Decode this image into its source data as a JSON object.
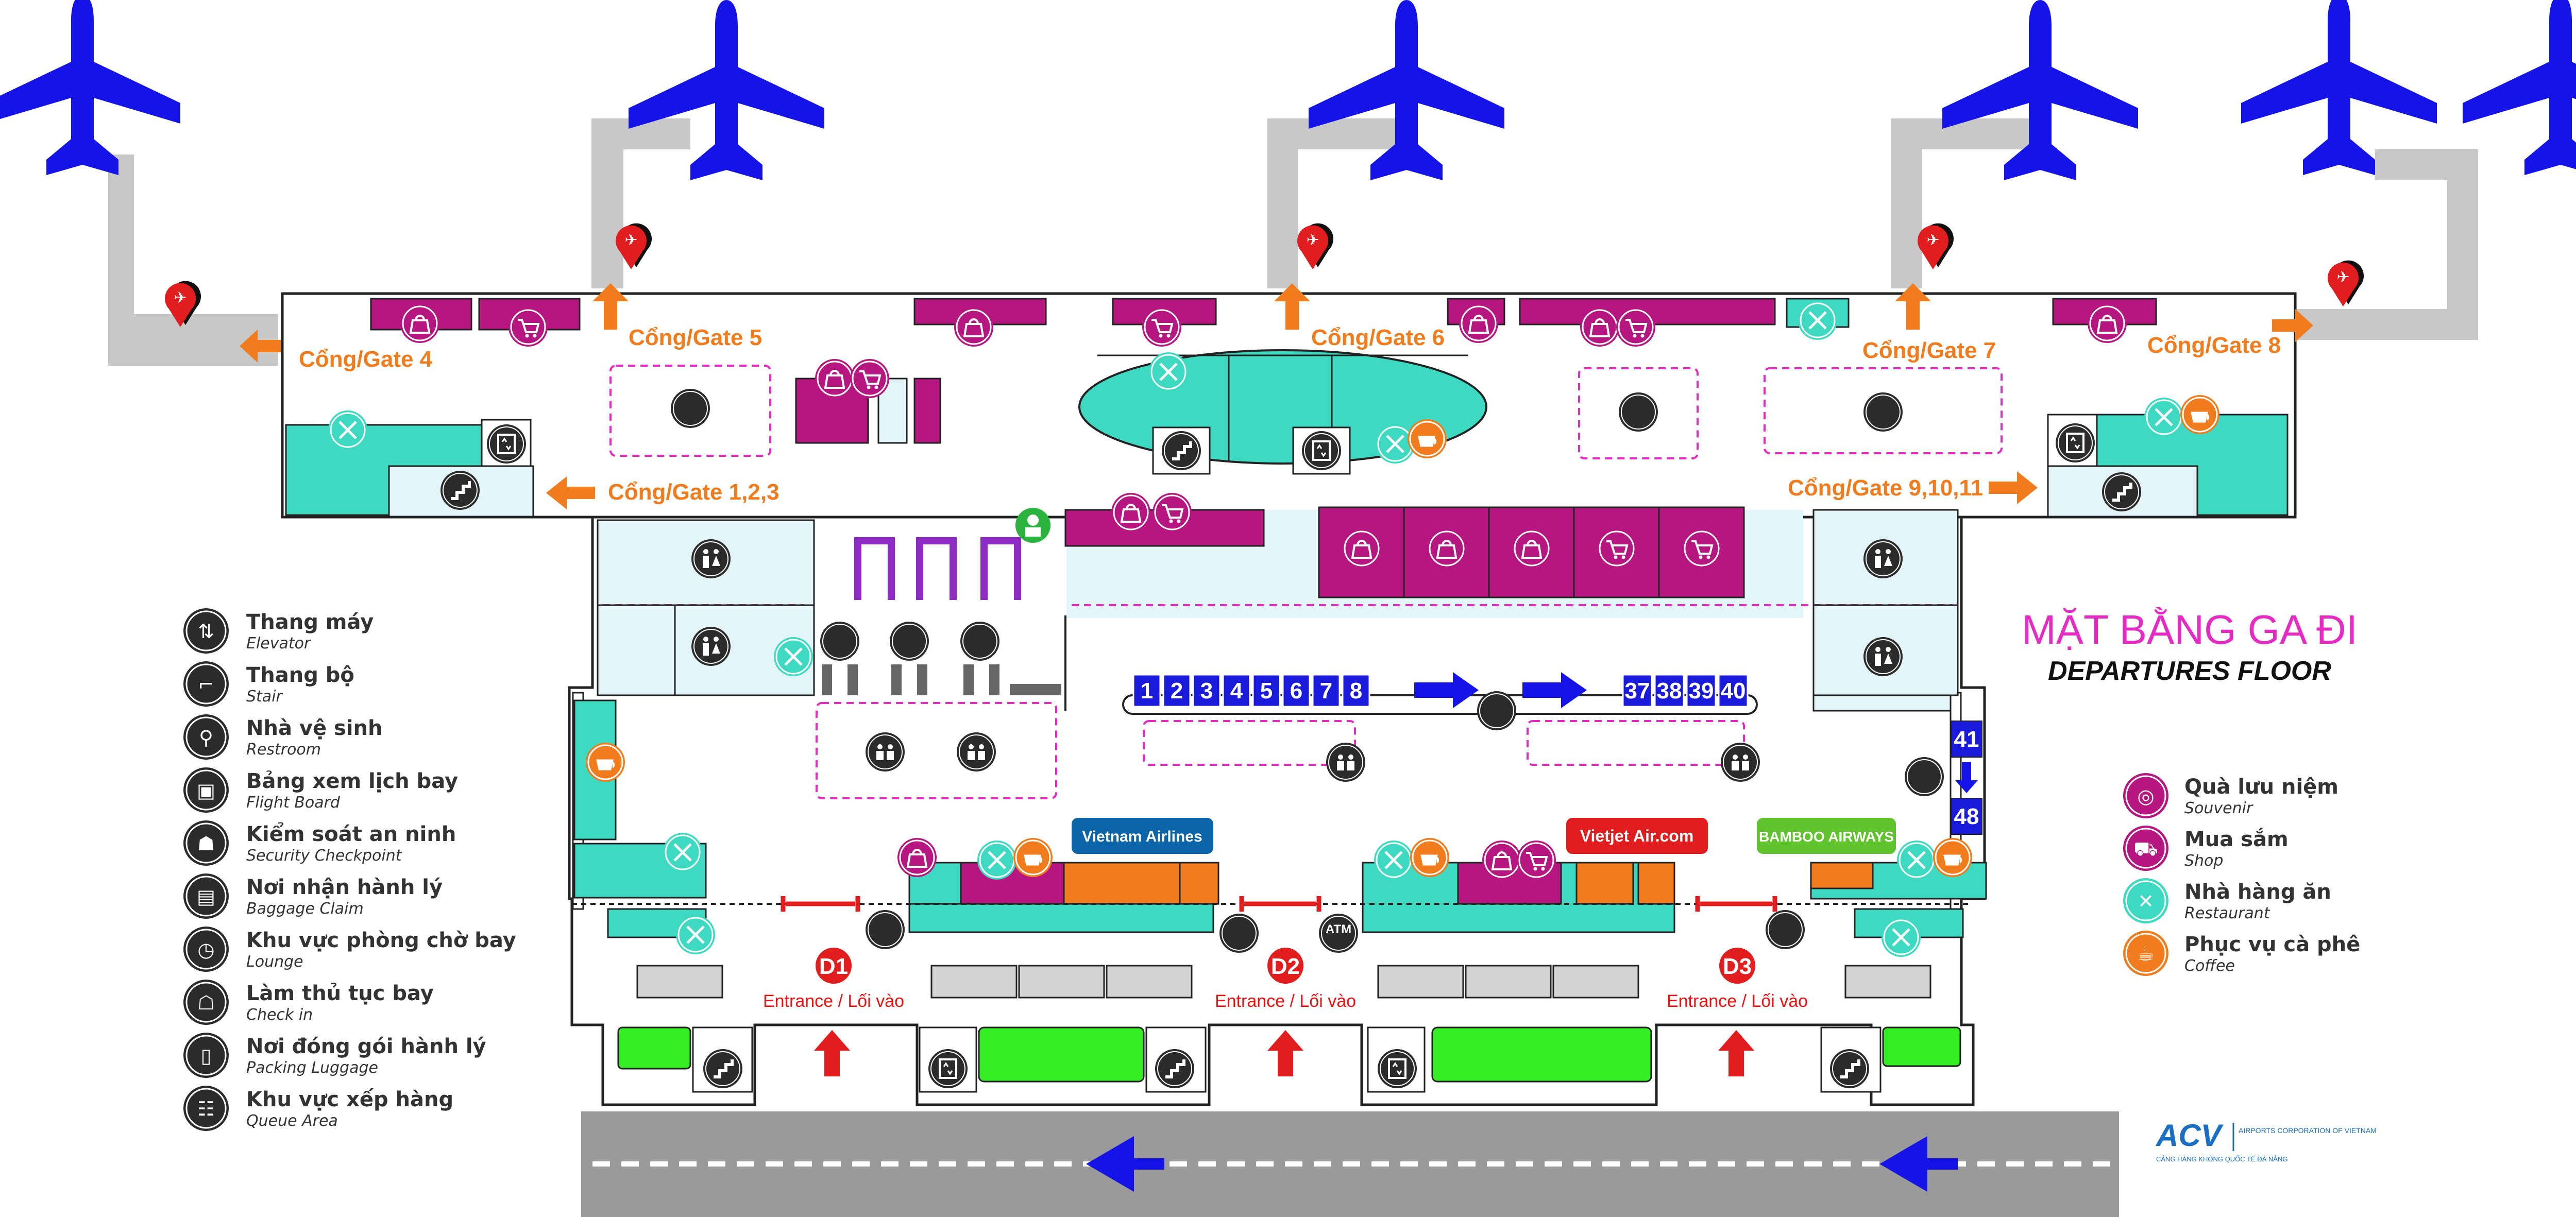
{
  "title": {
    "vi": "MẶT BẰNG GA ĐI",
    "en": "DEPARTURES FLOOR"
  },
  "gates": {
    "g4": "Cổng/Gate 4",
    "g5": "Cổng/Gate 5",
    "g6": "Cổng/Gate 6",
    "g7": "Cổng/Gate 7",
    "g8": "Cổng/Gate 8",
    "g123": "Cổng/Gate 1,2,3",
    "g91011": "Cổng/Gate 9,10,11"
  },
  "entrances": [
    {
      "code": "D1",
      "label": "Entrance / Lối vào"
    },
    {
      "code": "D2",
      "label": "Entrance / Lối vào"
    },
    {
      "code": "D3",
      "label": "Entrance / Lối vào"
    }
  ],
  "counters": {
    "left": [
      "1",
      "2",
      "3",
      "4",
      "5",
      "6",
      "7",
      "8"
    ],
    "right": [
      "37",
      "38",
      "39",
      "40"
    ],
    "side": [
      "41",
      "48"
    ]
  },
  "airlines": [
    "Vietnam Airlines",
    "Vietjet Air.com",
    "BAMBOO AIRWAYS"
  ],
  "atm": "ATM",
  "legend_left": [
    {
      "vi": "Thang máy",
      "en": "Elevator",
      "icon": "elevator-icon"
    },
    {
      "vi": "Thang bộ",
      "en": "Stair",
      "icon": "stair-icon"
    },
    {
      "vi": "Nhà vệ sinh",
      "en": "Restroom",
      "icon": "restroom-icon"
    },
    {
      "vi": "Bảng xem lịch bay",
      "en": "Flight Board",
      "icon": "flight-board-icon"
    },
    {
      "vi": "Kiểm soát an ninh",
      "en": "Security Checkpoint",
      "icon": "security-icon"
    },
    {
      "vi": "Nơi nhận hành lý",
      "en": "Baggage Claim",
      "icon": "baggage-icon"
    },
    {
      "vi": "Khu vực phòng chờ bay",
      "en": "Lounge",
      "icon": "lounge-icon"
    },
    {
      "vi": "Làm thủ tục bay",
      "en": "Check in",
      "icon": "checkin-icon"
    },
    {
      "vi": "Nơi đóng gói hành lý",
      "en": "Packing Luggage",
      "icon": "packing-icon"
    },
    {
      "vi": "Khu vực xếp hàng",
      "en": "Queue Area",
      "icon": "queue-icon"
    }
  ],
  "legend_right": [
    {
      "vi": "Quà lưu niệm",
      "en": "Souvenir",
      "icon": "souvenir-icon",
      "color": "#b5167f"
    },
    {
      "vi": "Mua sắm",
      "en": "Shop",
      "icon": "shop-icon",
      "color": "#b5167f"
    },
    {
      "vi": "Nhà hàng ăn",
      "en": "Restaurant",
      "icon": "restaurant-icon",
      "color": "#3dd9c1"
    },
    {
      "vi": "Phục vụ cà phê",
      "en": "Coffee",
      "icon": "coffee-icon",
      "color": "#f07c1e"
    }
  ],
  "logo": {
    "name": "ACV",
    "sub": "AIRPORTS CORPORATION OF VIETNAM",
    "sub2": "CẢNG HÀNG KHÔNG QUỐC TẾ ĐÀ NẴNG"
  },
  "colors": {
    "plane": "#1414e6",
    "jetbridge": "#c8c8c8",
    "shop": "#b5167f",
    "restaurant": "#3dd9c1",
    "coffee": "#f07c1e",
    "lightblue": "#e3f5f8",
    "green": "#33ee22",
    "counter": "#1a1adb",
    "road": "#9a9a9a",
    "red": "#e11d1d",
    "orange": "#f07c1e"
  }
}
